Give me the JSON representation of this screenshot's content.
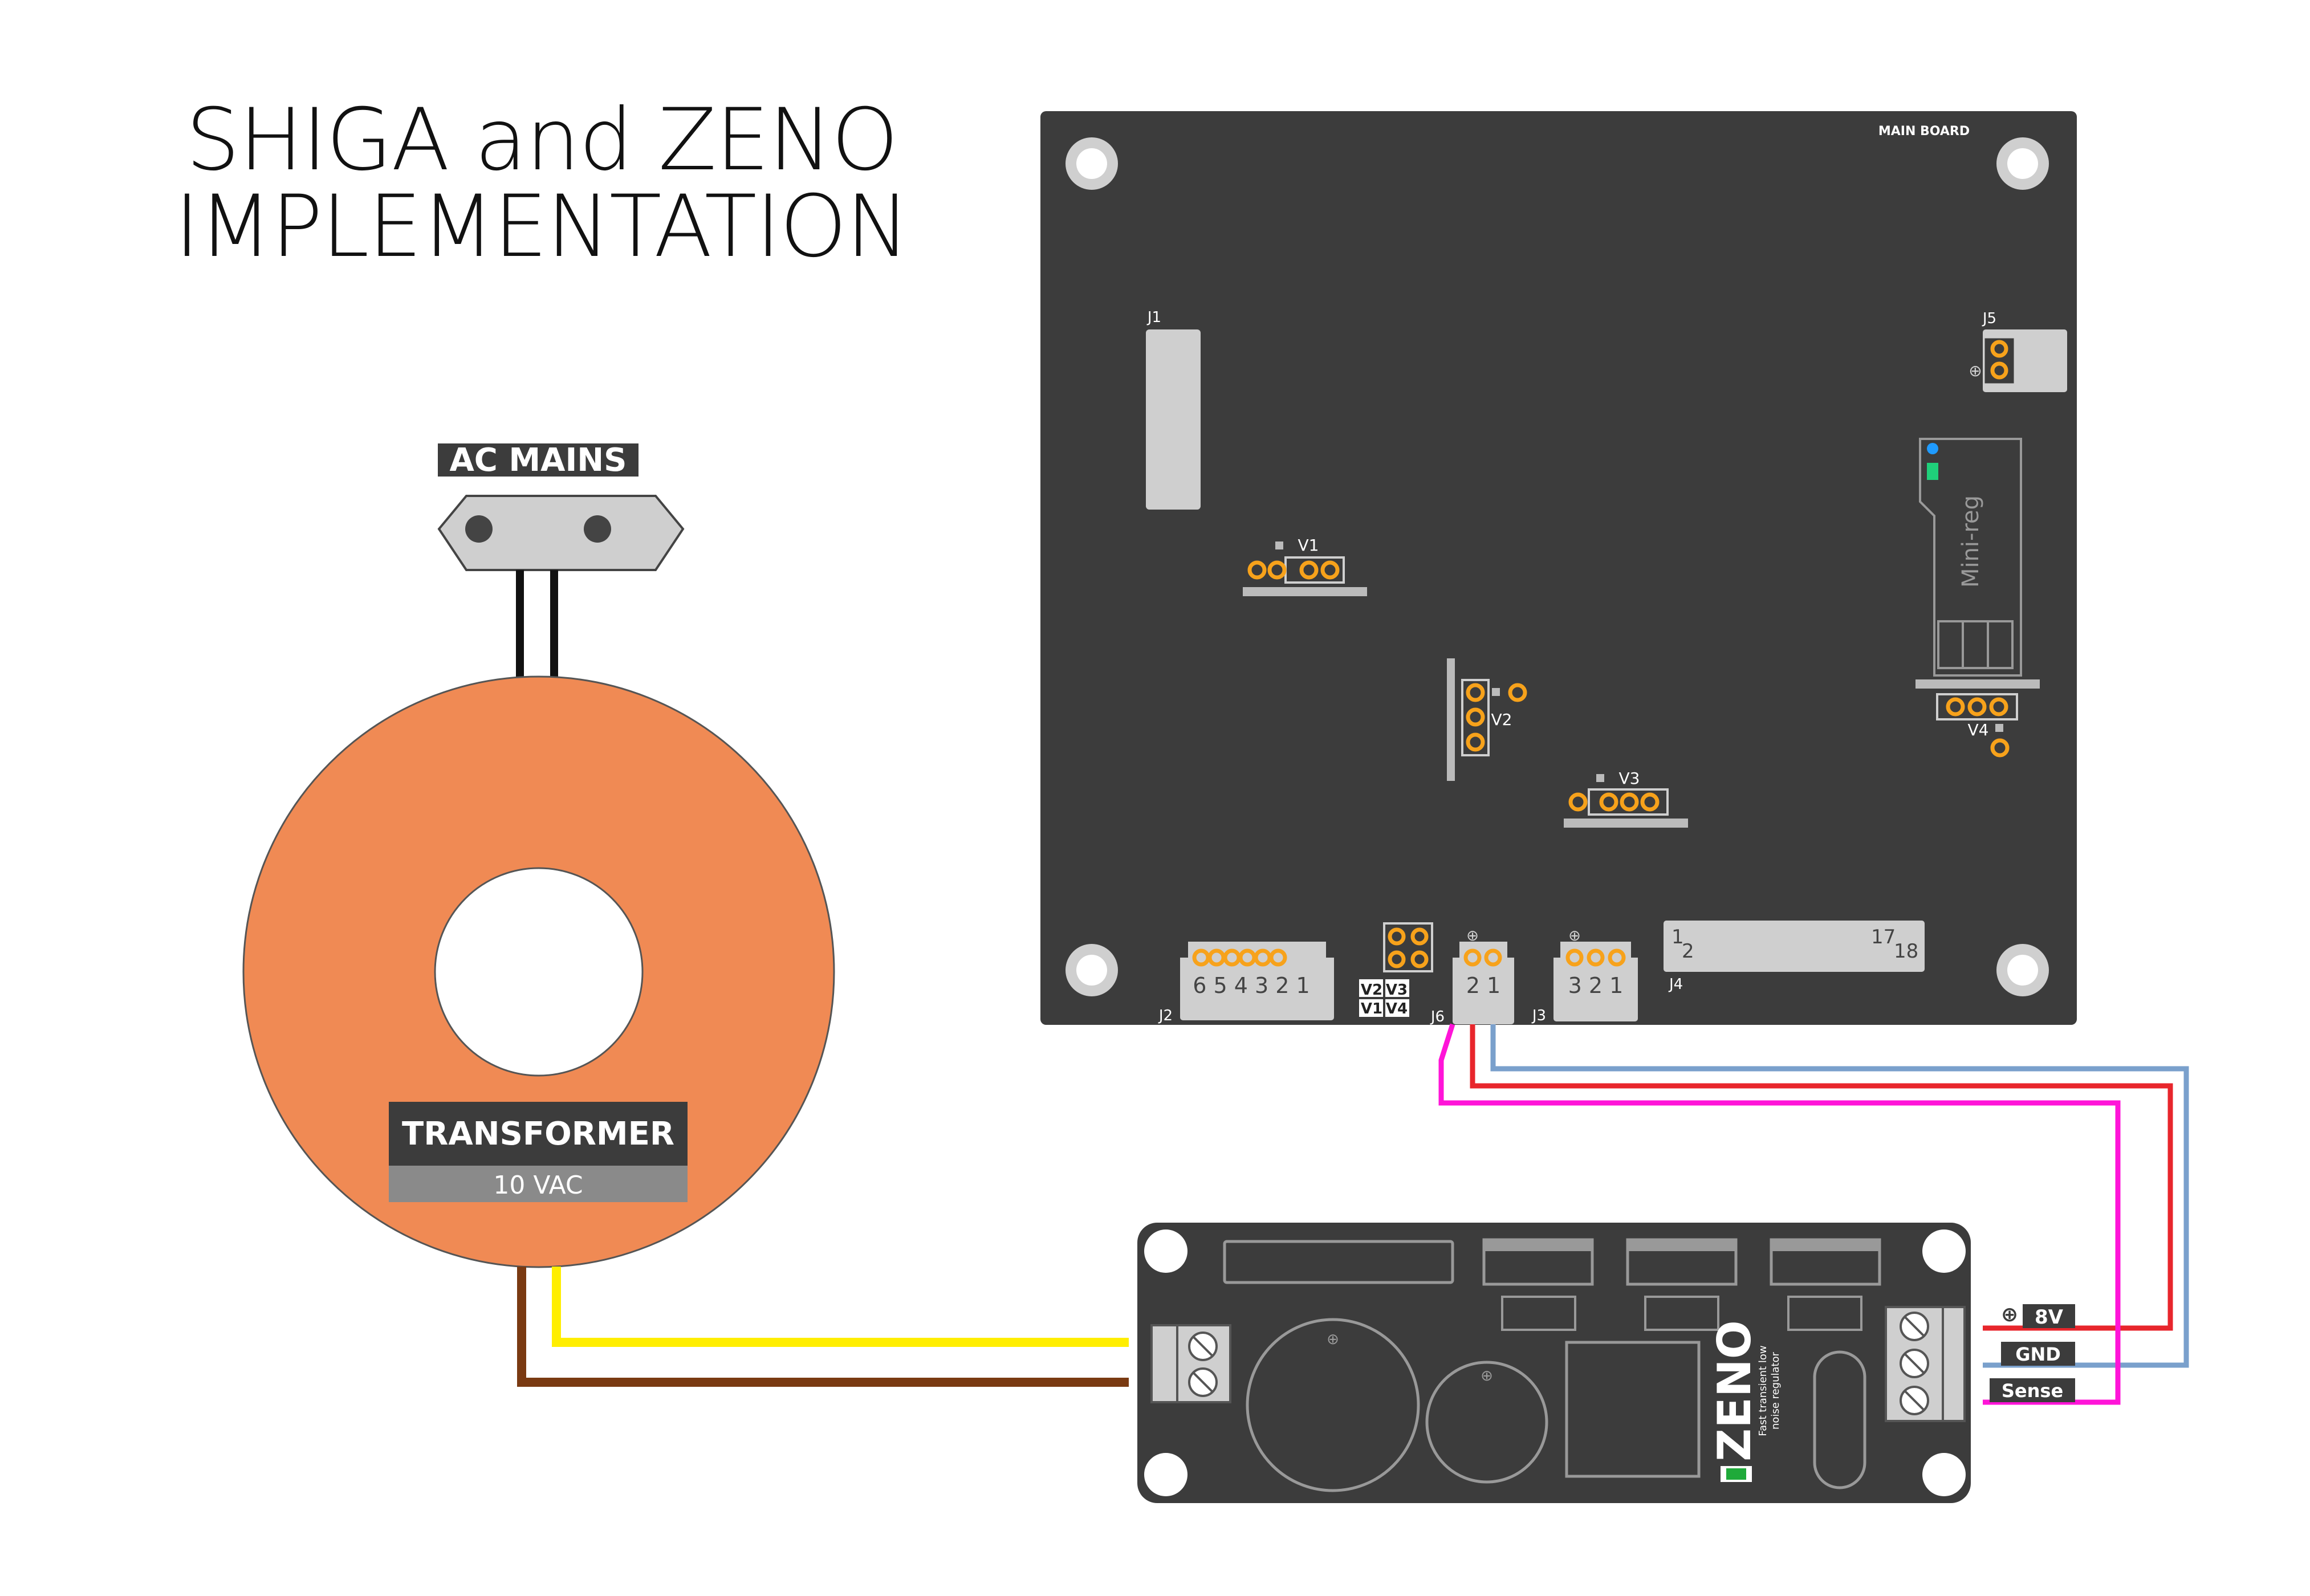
{
  "title": {
    "line1": "SHIGA and ZENO",
    "line2": "IMPLEMENTATION"
  },
  "ac_mains": {
    "label": "AC MAINS"
  },
  "transformer": {
    "label": "TRANSFORMER",
    "voltage": "10 VAC",
    "color": "#f08a54"
  },
  "main_board": {
    "label": "MAIN BOARD",
    "connectors": {
      "j1": "J1",
      "j2": "J2",
      "j3": "J3",
      "j4": "J4",
      "j5": "J5",
      "j6": "J6",
      "j2_pins": "6 5 4 3 2 1",
      "j3_pins": "3 2 1",
      "j6_pins": "2 1",
      "j4_pin1": "1",
      "j4_pin2": "2",
      "j4_pin17": "17",
      "j4_pin18": "18"
    },
    "regulators": {
      "v1": "V1",
      "v2": "V2",
      "v3": "V3",
      "v4": "V4"
    },
    "jumper_labels": {
      "v2": "V2",
      "v3": "V3",
      "v1": "V1",
      "v4": "V4"
    },
    "mini_reg": "Mini-reg",
    "plus_symbol": "⊕"
  },
  "zeno": {
    "name": "ZENO",
    "tagline_1": "Fast transient low",
    "tagline_2": "noise regulator",
    "outputs": {
      "v8": "8V",
      "gnd": "GND",
      "sense": "Sense"
    }
  },
  "colors": {
    "board": "#3c3c3c",
    "pad": "#f7a21b",
    "wire_red": "#e8262c",
    "wire_blue": "#7aa0cc",
    "wire_magenta": "#ff14d8",
    "wire_yellow": "#ffee00",
    "wire_brown": "#7a3a12"
  }
}
